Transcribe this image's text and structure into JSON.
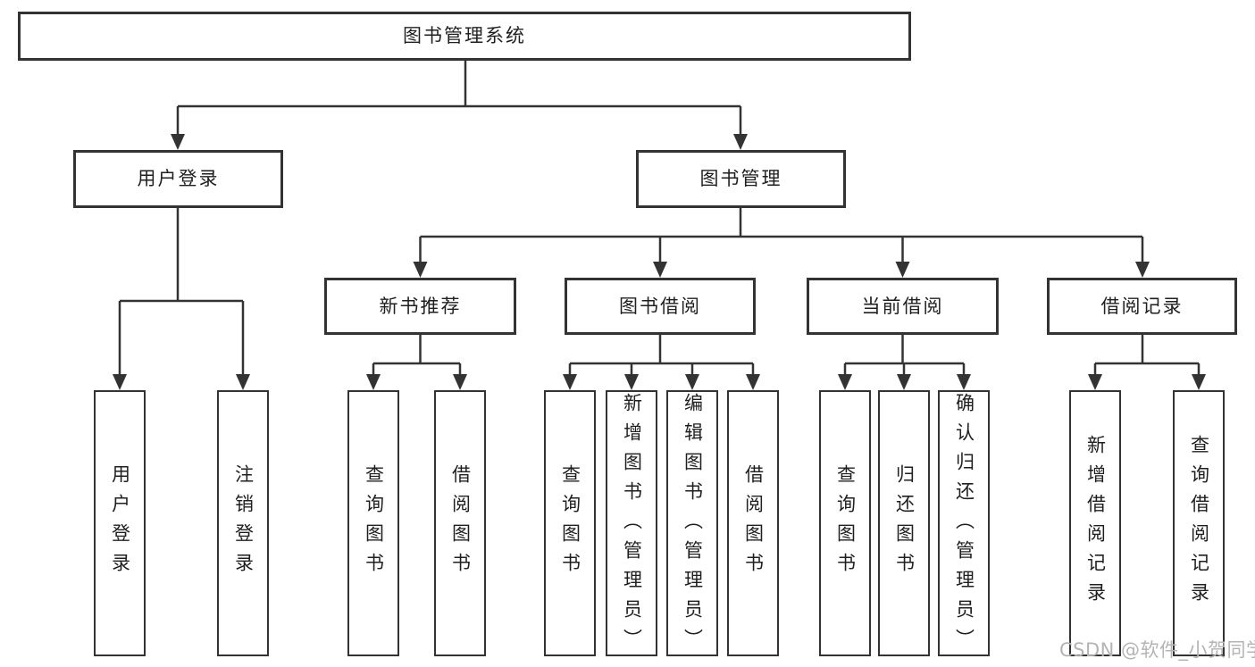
{
  "diagram": {
    "colors": {
      "line": "#333333",
      "text": "#1f1f1f",
      "background": "#ffffff",
      "watermark": "#b4b4b4"
    },
    "watermark": {
      "text": "CSDN @软件_小贺同学"
    },
    "tree": {
      "label": "图书管理系统",
      "children": [
        {
          "label": "用户登录",
          "children": [
            {
              "label": "用户登录"
            },
            {
              "label": "注销登录"
            }
          ]
        },
        {
          "label": "图书管理",
          "children": [
            {
              "label": "新书推荐",
              "children": [
                {
                  "label": "查询图书"
                },
                {
                  "label": "借阅图书"
                }
              ]
            },
            {
              "label": "图书借阅",
              "children": [
                {
                  "label": "查询图书"
                },
                {
                  "label": "新增图书（管理员）"
                },
                {
                  "label": "编辑图书（管理员）"
                },
                {
                  "label": "借阅图书"
                }
              ]
            },
            {
              "label": "当前借阅",
              "children": [
                {
                  "label": "查询图书"
                },
                {
                  "label": "归还图书"
                },
                {
                  "label": "确认归还（管理员）"
                }
              ]
            },
            {
              "label": "借阅记录",
              "children": [
                {
                  "label": "新增借阅记录"
                },
                {
                  "label": "查询借阅记录"
                }
              ]
            }
          ]
        }
      ]
    }
  }
}
